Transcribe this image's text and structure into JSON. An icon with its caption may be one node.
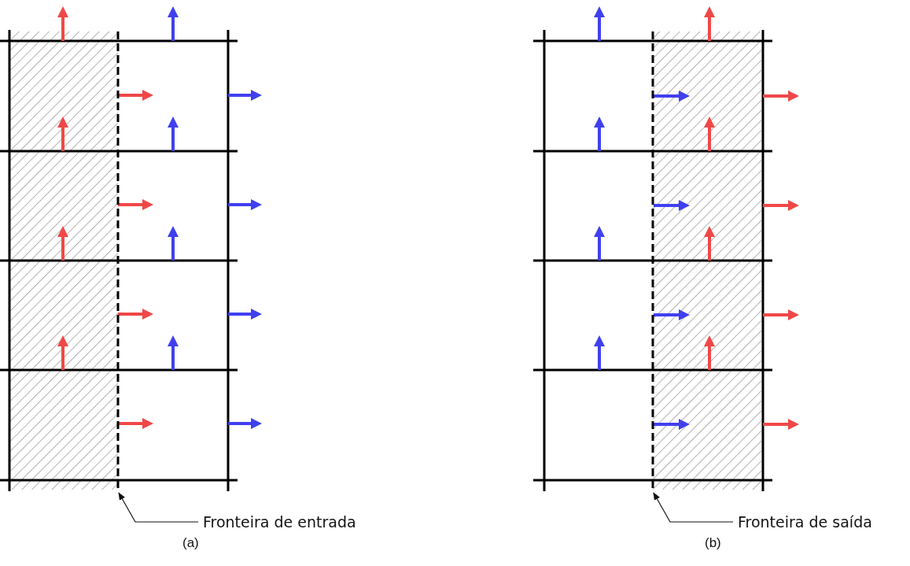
{
  "diagram": {
    "nodes": [
      {
        "text": [
          "Fronteira de entrada"
        ]
      },
      {
        "text": [],
        "shape": "line"
      },
      {
        "text": [
          "Fronteira de saída"
        ]
      },
      {
        "text": [],
        "shape": "line"
      }
    ],
    "edges": [
      {
        "from": 0,
        "to": 1,
        "arrow": "to"
      },
      {
        "from": 2,
        "to": 3,
        "arrow": "to"
      }
    ],
    "labels": [
      "(a)",
      "(b)"
    ]
  }
}
